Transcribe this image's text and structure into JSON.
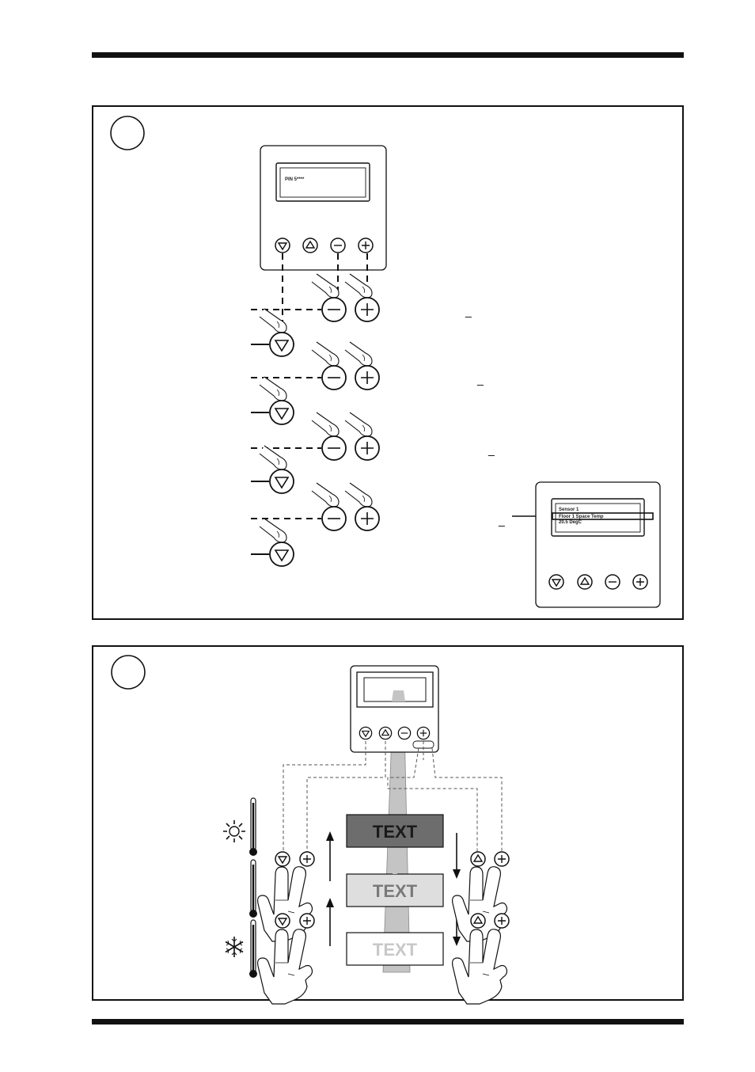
{
  "panel1": {
    "lcd_top": "PIN 5****",
    "lcd_right": {
      "line1": "Sensor 1",
      "line2": "Floor 1 Space Temp",
      "line3": "20.5 DegC"
    },
    "underscore": "_"
  },
  "panel2": {
    "text_boxes": [
      {
        "label": "TEXT",
        "fill": "#6d6d6d",
        "text_color": "#1a1a1a"
      },
      {
        "label": "TEXT",
        "fill": "#dedede",
        "text_color": "#7a7a7a"
      },
      {
        "label": "TEXT",
        "fill": "#ffffff",
        "text_color": "#c8c8c8"
      }
    ]
  },
  "icons": [
    "down-arrow-button-icon",
    "up-arrow-button-icon",
    "minus-button-icon",
    "plus-button-icon",
    "finger-press-icon",
    "hand-icon",
    "thermometer-icon",
    "sun-icon",
    "snowflake-icon"
  ]
}
